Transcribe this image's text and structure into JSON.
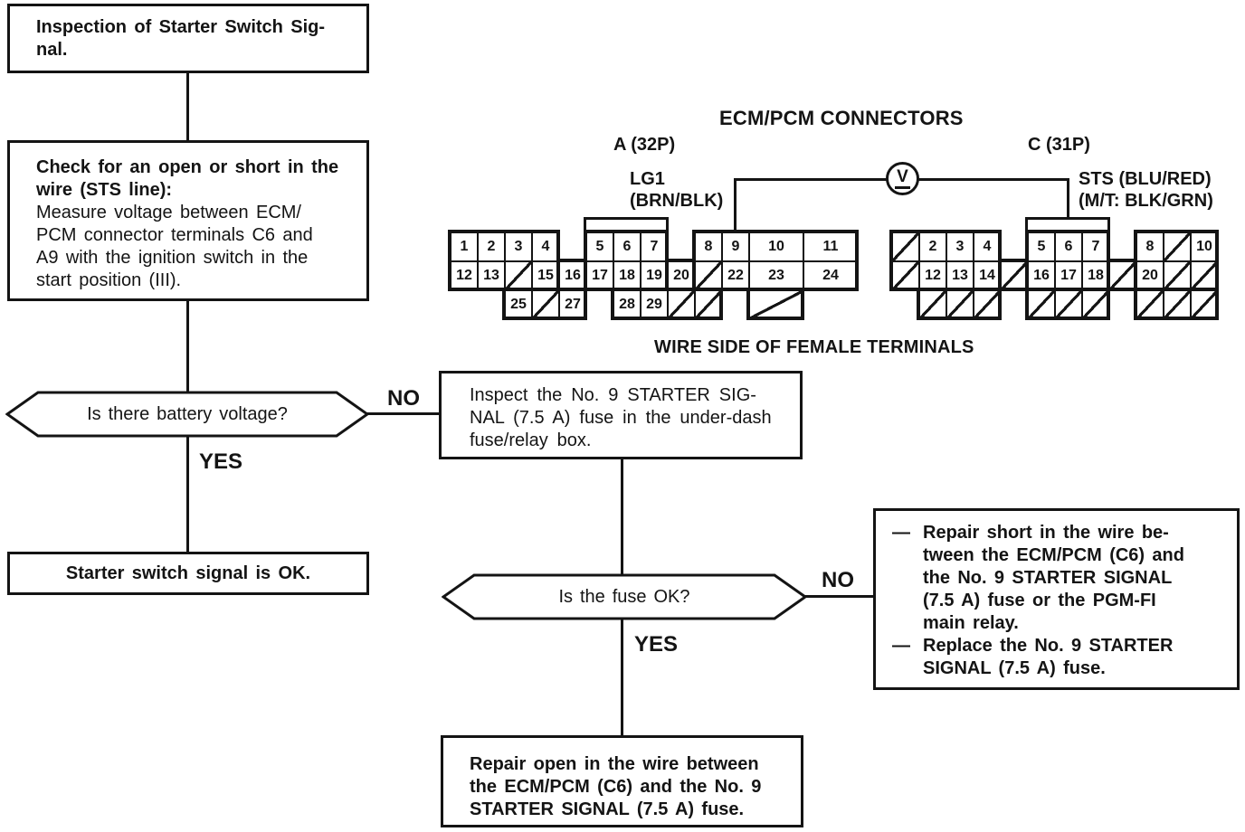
{
  "page": {
    "background": "#ffffff",
    "ink": "#141414"
  },
  "flowchart": {
    "box_start": {
      "text": "Inspection of Starter Switch Sig-\nnal."
    },
    "box_check": {
      "bold_text": "Check for an open or short in the\nwire (STS line):",
      "text": "Measure voltage between ECM/\nPCM connector terminals C6 and\nA9 with the ignition switch in the\nstart position (III)."
    },
    "decision_voltage": {
      "question": "Is there battery voltage?",
      "no_label": "NO",
      "yes_label": "YES"
    },
    "box_ok": {
      "text": "Starter switch signal is OK."
    },
    "box_inspect_fuse": {
      "text": "Inspect the No. 9 STARTER SIG-\nNAL (7.5 A) fuse in the under-dash\nfuse/relay box."
    },
    "decision_fuse": {
      "question": "Is the fuse OK?",
      "no_label": "NO",
      "yes_label": "YES"
    },
    "box_repair_short": {
      "dash": "—",
      "items": [
        "Repair short in the wire be-\ntween the ECM/PCM (C6) and\nthe No. 9 STARTER SIGNAL\n(7.5 A) fuse or the PGM-FI\nmain relay.",
        "Replace the No. 9 STARTER\nSIGNAL (7.5 A) fuse."
      ]
    },
    "box_repair_open": {
      "text": "Repair open in the wire between\nthe ECM/PCM (C6) and the No. 9\nSTARTER SIGNAL (7.5 A) fuse."
    }
  },
  "connectors": {
    "title": "ECM/PCM CONNECTORS",
    "footer": "WIRE SIDE OF FEMALE TERMINALS",
    "meter_symbol": "V",
    "connector_a": {
      "name": "A (32P)",
      "pin_label": "LG1\n(BRN/BLK)",
      "cells": [
        [
          "1",
          0,
          0,
          1,
          0
        ],
        [
          "2",
          1,
          0,
          1,
          0
        ],
        [
          "3",
          2,
          0,
          1,
          0
        ],
        [
          "4",
          3,
          0,
          1,
          0
        ],
        [
          "5",
          5,
          0,
          1,
          0
        ],
        [
          "6",
          6,
          0,
          1,
          0
        ],
        [
          "7",
          7,
          0,
          1,
          0
        ],
        [
          "8",
          9,
          0,
          1,
          0
        ],
        [
          "9",
          10,
          0,
          1,
          0
        ],
        [
          "10",
          11,
          0,
          2,
          0
        ],
        [
          "11",
          13,
          0,
          2,
          0
        ],
        [
          "12",
          0,
          1,
          1,
          0
        ],
        [
          "13",
          1,
          1,
          1,
          0
        ],
        [
          "",
          2,
          1,
          1,
          1
        ],
        [
          "15",
          3,
          1,
          1,
          0
        ],
        [
          "16",
          4,
          1,
          1,
          0
        ],
        [
          "17",
          5,
          1,
          1,
          0
        ],
        [
          "18",
          6,
          1,
          1,
          0
        ],
        [
          "19",
          7,
          1,
          1,
          0
        ],
        [
          "20",
          8,
          1,
          1,
          0
        ],
        [
          "",
          9,
          1,
          1,
          1
        ],
        [
          "22",
          10,
          1,
          1,
          0
        ],
        [
          "23",
          11,
          1,
          2,
          0
        ],
        [
          "24",
          13,
          1,
          2,
          0
        ],
        [
          "25",
          2,
          2,
          1,
          0
        ],
        [
          "",
          3,
          2,
          1,
          1
        ],
        [
          "27",
          4,
          2,
          1,
          0
        ],
        [
          "28",
          6,
          2,
          1,
          0
        ],
        [
          "29",
          7,
          2,
          1,
          0
        ],
        [
          "",
          8,
          2,
          1,
          1
        ],
        [
          "",
          9,
          2,
          1,
          1
        ],
        [
          "",
          11,
          2,
          2,
          1
        ]
      ]
    },
    "connector_c": {
      "name": "C (31P)",
      "pin_label": "STS (BLU/RED)\n(M/T: BLK/GRN)",
      "cells": [
        [
          "",
          0,
          0,
          1,
          1
        ],
        [
          "2",
          1,
          0,
          1,
          0
        ],
        [
          "3",
          2,
          0,
          1,
          0
        ],
        [
          "4",
          3,
          0,
          1,
          0
        ],
        [
          "5",
          5,
          0,
          1,
          0
        ],
        [
          "6",
          6,
          0,
          1,
          0
        ],
        [
          "7",
          7,
          0,
          1,
          0
        ],
        [
          "8",
          9,
          0,
          1,
          0
        ],
        [
          "",
          10,
          0,
          1,
          1
        ],
        [
          "10",
          11,
          0,
          1,
          0
        ],
        [
          "",
          0,
          1,
          1,
          1
        ],
        [
          "12",
          1,
          1,
          1,
          0
        ],
        [
          "13",
          2,
          1,
          1,
          0
        ],
        [
          "14",
          3,
          1,
          1,
          0
        ],
        [
          "",
          4,
          1,
          1,
          1
        ],
        [
          "16",
          5,
          1,
          1,
          0
        ],
        [
          "17",
          6,
          1,
          1,
          0
        ],
        [
          "18",
          7,
          1,
          1,
          0
        ],
        [
          "",
          8,
          1,
          1,
          1
        ],
        [
          "20",
          9,
          1,
          1,
          0
        ],
        [
          "",
          10,
          1,
          1,
          1
        ],
        [
          "",
          11,
          1,
          1,
          1
        ],
        [
          "",
          1,
          2,
          1,
          1
        ],
        [
          "",
          2,
          2,
          1,
          1
        ],
        [
          "",
          3,
          2,
          1,
          1
        ],
        [
          "",
          5,
          2,
          1,
          1
        ],
        [
          "",
          6,
          2,
          1,
          1
        ],
        [
          "",
          7,
          2,
          1,
          1
        ],
        [
          "",
          9,
          2,
          1,
          1
        ],
        [
          "",
          10,
          2,
          1,
          1
        ],
        [
          "",
          11,
          2,
          1,
          1
        ]
      ]
    }
  }
}
